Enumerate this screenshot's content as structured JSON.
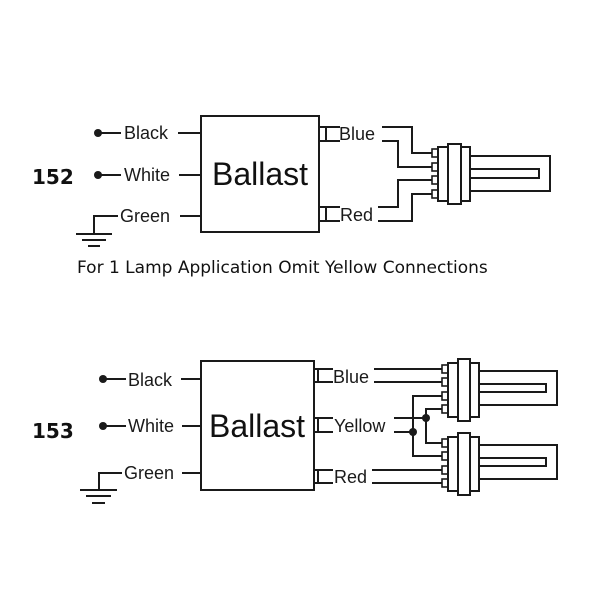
{
  "diagram_152": {
    "model": "152",
    "ballast_label": "Ballast",
    "inputs": [
      "Black",
      "White",
      "Green"
    ],
    "outputs": [
      "Blue",
      "Red"
    ],
    "lamp_count": 1
  },
  "note": "For 1 Lamp Application Omit Yellow Connections",
  "diagram_153": {
    "model": "153",
    "ballast_label": "Ballast",
    "inputs": [
      "Black",
      "White",
      "Green"
    ],
    "outputs": [
      "Blue",
      "Yellow",
      "Red"
    ],
    "lamp_count": 2
  }
}
